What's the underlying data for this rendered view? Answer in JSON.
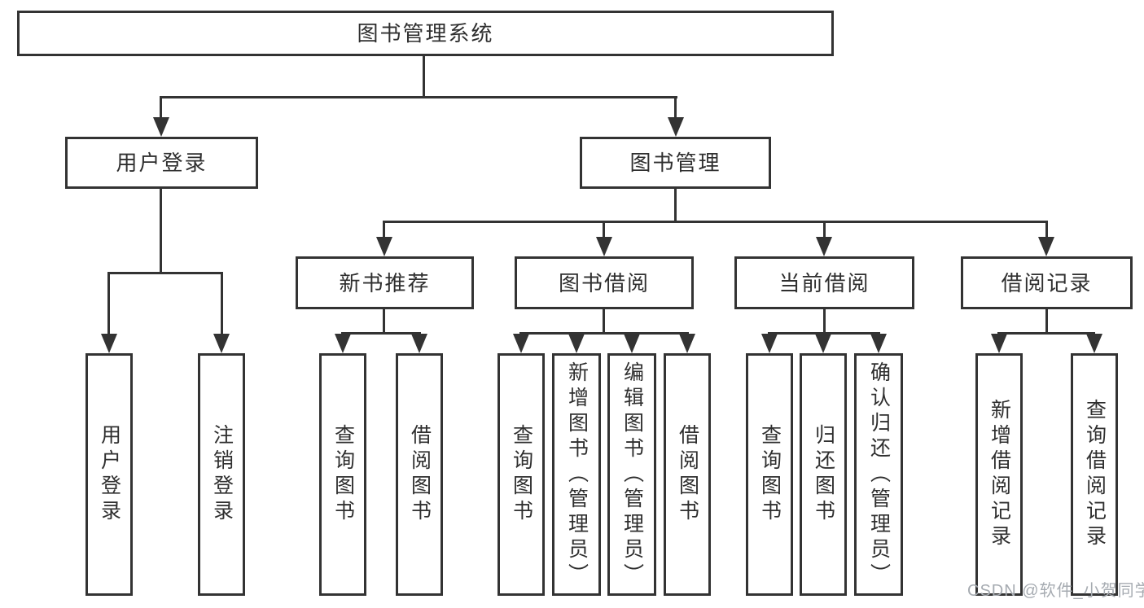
{
  "tree": {
    "label": "图书管理系统",
    "children": [
      {
        "label": "用户登录",
        "children": [
          {
            "label": "用户登录"
          },
          {
            "label": "注销登录"
          }
        ]
      },
      {
        "label": "图书管理",
        "children": [
          {
            "label": "新书推荐",
            "children": [
              {
                "label": "查询图书"
              },
              {
                "label": "借阅图书"
              }
            ]
          },
          {
            "label": "图书借阅",
            "children": [
              {
                "label": "查询图书"
              },
              {
                "label": "新增图书（管理员）"
              },
              {
                "label": "编辑图书（管理员）"
              },
              {
                "label": "借阅图书"
              }
            ]
          },
          {
            "label": "当前借阅",
            "children": [
              {
                "label": "查询图书"
              },
              {
                "label": "归还图书"
              },
              {
                "label": "确认归还（管理员）"
              }
            ]
          },
          {
            "label": "借阅记录",
            "children": [
              {
                "label": "新增借阅记录"
              },
              {
                "label": "查询借阅记录"
              }
            ]
          }
        ]
      }
    ]
  },
  "watermark": "CSDN @软件_小贺同学",
  "colors": {
    "line": "#333333",
    "text": "#2f2f2f",
    "watermark": "#a6abb1",
    "background": "#ffffff"
  }
}
